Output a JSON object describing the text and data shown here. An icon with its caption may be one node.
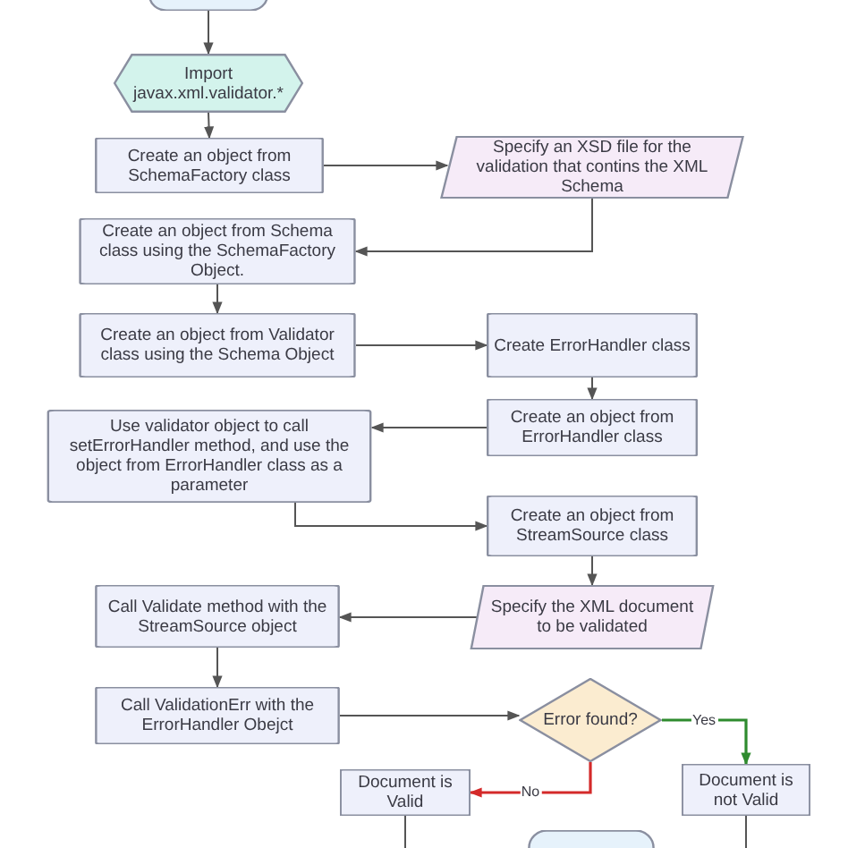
{
  "diagram": {
    "nodes": [
      {
        "text": [],
        "shape": "capsule"
      },
      {
        "text": [
          "Import javax.xml.validator.*"
        ]
      },
      {
        "text": [
          "Create an object from SchemaFactory class"
        ]
      },
      {
        "text": [
          "Specify an XSD file for the validation that contins the XML Schema"
        ]
      },
      {
        "text": [
          "Create an object from Schema class using the SchemaFactory Object."
        ]
      },
      {
        "text": [
          "Create an object from Validator class using the Schema Object"
        ]
      },
      {
        "text": [
          "Create ErrorHandler class"
        ]
      },
      {
        "text": [
          "Create an object from ErrorHandler class"
        ]
      },
      {
        "text": [
          "Use validator object to call setErrorHandler method,  and use the object from ErrorHandler class as a parameter"
        ]
      },
      {
        "text": [
          "Create an object from StreamSource class"
        ]
      },
      {
        "text": [
          "Specify the XML document to be validated"
        ]
      },
      {
        "text": [
          "Call Validate method with the StreamSource object"
        ]
      },
      {
        "text": [
          "Call ValidationErr with the ErrorHandler Obejct"
        ]
      },
      {
        "text": [
          "Error found?"
        ]
      },
      {
        "text": [
          "Document is Valid"
        ]
      },
      {
        "text": [
          "Document is not Valid"
        ]
      },
      {
        "text": [],
        "shape": "capsule"
      }
    ],
    "edges": [
      {
        "from": 0,
        "to": 1,
        "arrow": "to"
      },
      {
        "from": 1,
        "to": 2,
        "arrow": "to"
      },
      {
        "from": 2,
        "to": 3,
        "arrow": "to"
      },
      {
        "from": 3,
        "to": 4,
        "arrow": "to"
      },
      {
        "from": 4,
        "to": 5,
        "arrow": "to"
      },
      {
        "from": 5,
        "to": 6,
        "arrow": "to"
      },
      {
        "from": 6,
        "to": 7,
        "arrow": "to"
      },
      {
        "from": 7,
        "to": 8,
        "arrow": "to"
      },
      {
        "from": 8,
        "to": 9,
        "arrow": "to"
      },
      {
        "from": 9,
        "to": 10,
        "arrow": "to"
      },
      {
        "from": 10,
        "to": 11,
        "arrow": "to"
      },
      {
        "from": 11,
        "to": 12,
        "arrow": "to"
      },
      {
        "from": 12,
        "to": 13,
        "arrow": "to"
      },
      {
        "from": 13,
        "to": 15,
        "arrow": "to",
        "label": "Yes",
        "color": "#2e8b2e"
      },
      {
        "from": 13,
        "to": 14,
        "arrow": "to",
        "label": "No",
        "color": "#d42a2a"
      },
      {
        "from": 14,
        "to": null,
        "arrow": "none"
      },
      {
        "from": 15,
        "to": null,
        "arrow": "none"
      }
    ]
  }
}
